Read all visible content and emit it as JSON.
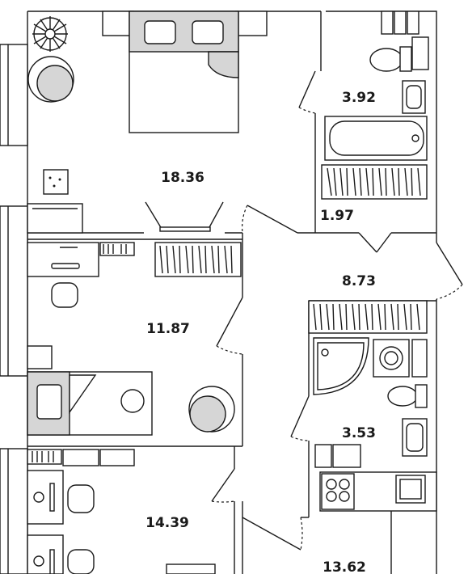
{
  "rooms": [
    {
      "id": "bedroom",
      "area": "18.36"
    },
    {
      "id": "bathroom",
      "area": "3.92"
    },
    {
      "id": "closet",
      "area": "1.97"
    },
    {
      "id": "hall",
      "area": "8.73"
    },
    {
      "id": "study",
      "area": "11.87"
    },
    {
      "id": "shower-room",
      "area": "3.53"
    },
    {
      "id": "office",
      "area": "14.39"
    },
    {
      "id": "kitchen",
      "area": "13.62"
    }
  ],
  "colors": {
    "wall": "#1a1a1a",
    "furniture_fill": "#d6d6d6",
    "background": "#ffffff"
  }
}
